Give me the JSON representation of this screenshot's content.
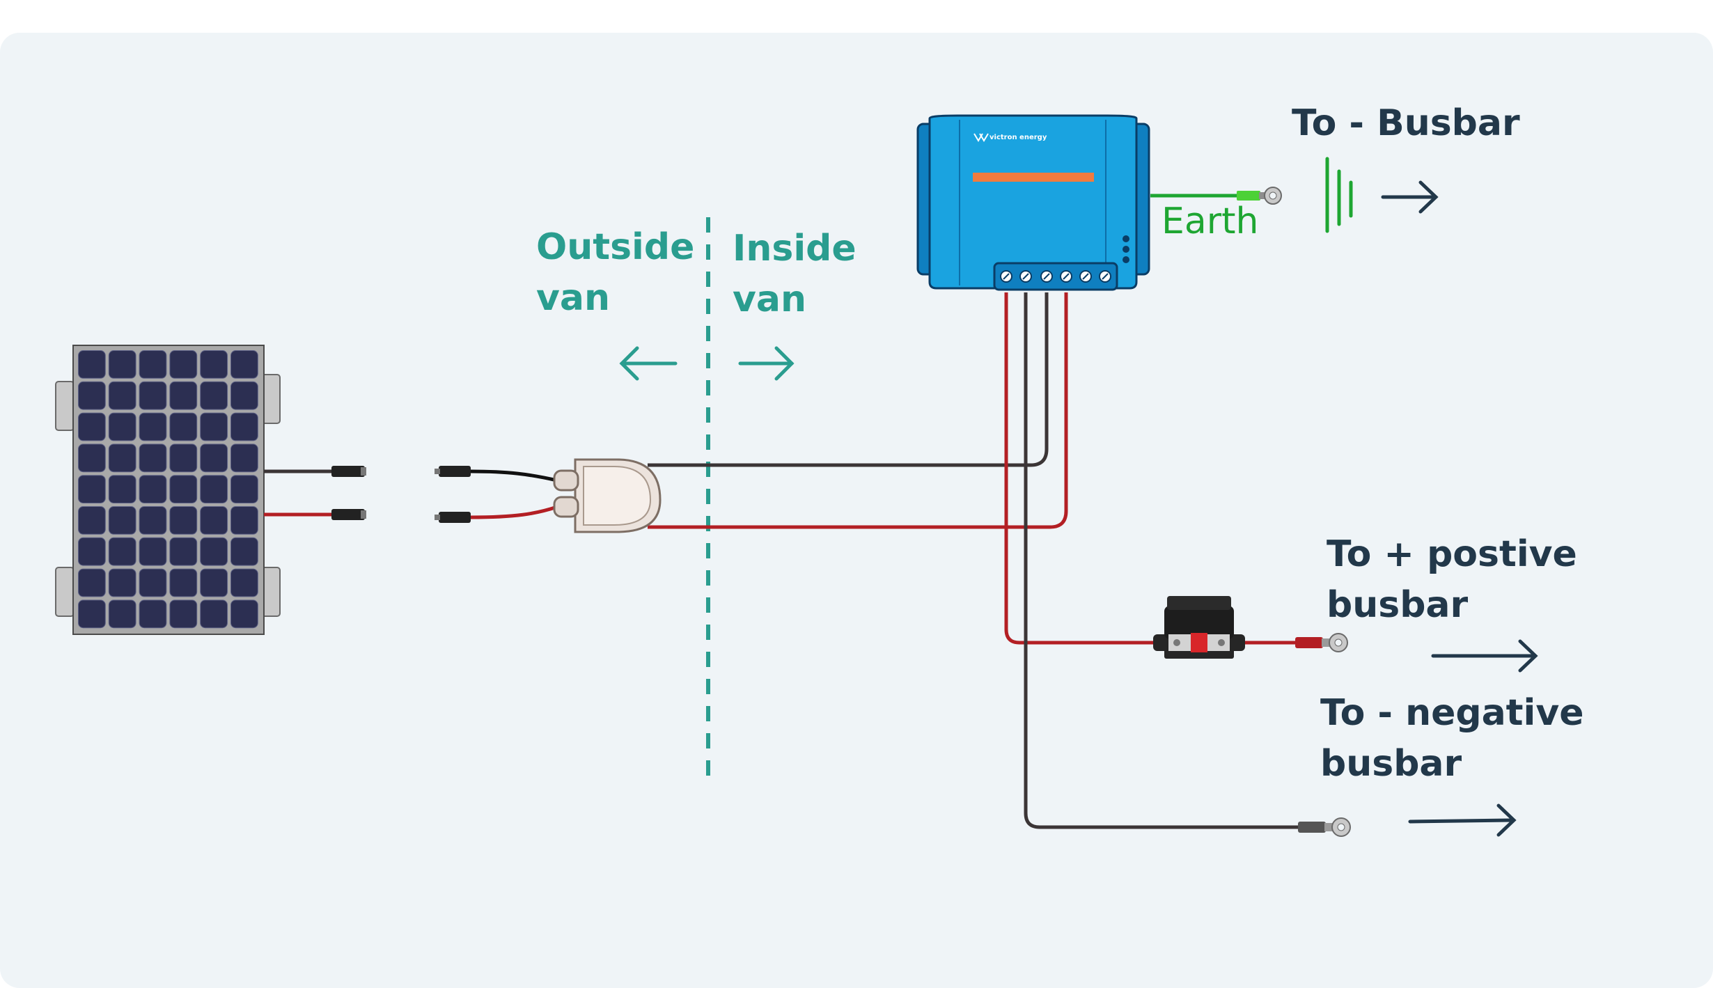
{
  "labels": {
    "outside": "Outside\nvan",
    "inside": "Inside\nvan",
    "earth": "Earth",
    "to_busbar": "To - Busbar",
    "to_positive": "To + postive\nbusbar",
    "to_negative": "To - negative\nbusbar"
  },
  "controller": {
    "brand": "victron energy"
  },
  "colors": {
    "background": "#eff4f7",
    "accent_teal": "#2a9d8f",
    "text_dark": "#22384a",
    "earth_green": "#1ea632",
    "wire_red": "#b31f24",
    "wire_black": "#3b3536",
    "controller_blue": "#1aa3e0",
    "controller_stripe": "#f07b3f"
  }
}
